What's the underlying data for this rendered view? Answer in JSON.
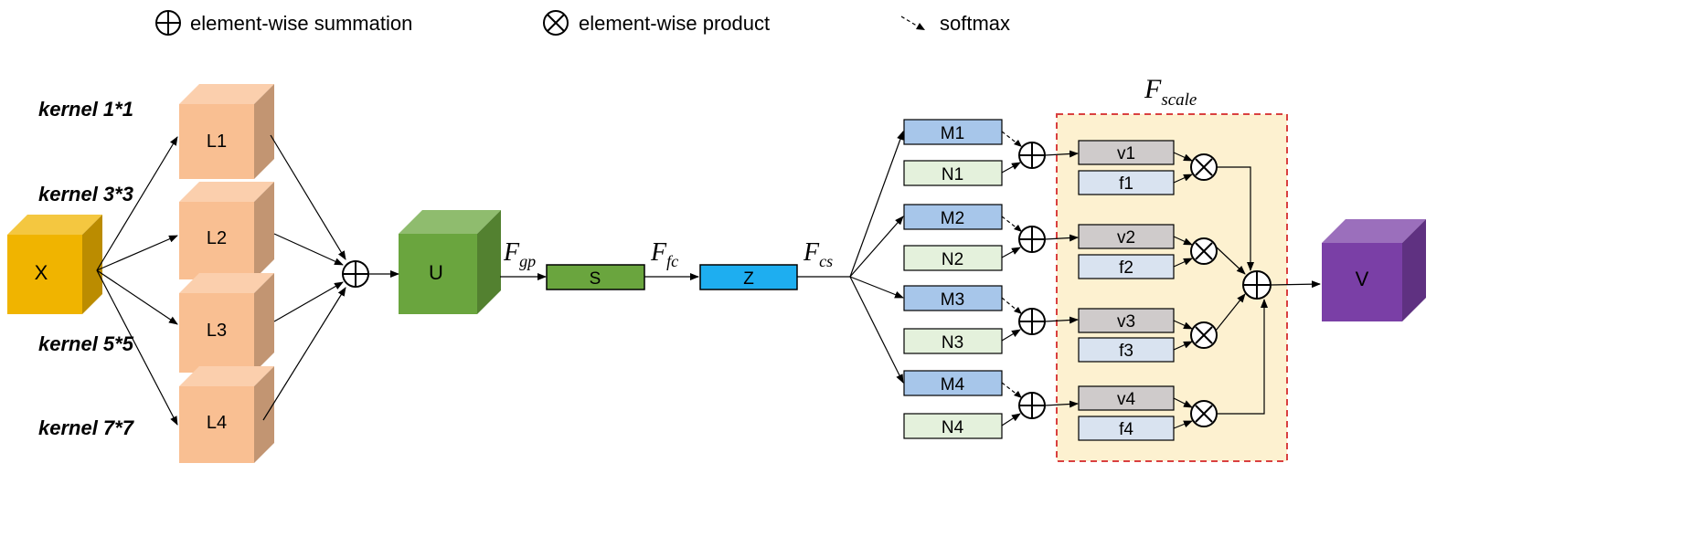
{
  "legend": {
    "sum_label": "element-wise summation",
    "product_label": "element-wise product",
    "softmax_label": "softmax"
  },
  "kernels": [
    "kernel 1*1",
    "kernel 3*3",
    "kernel 5*5",
    "kernel 7*7"
  ],
  "input": "X",
  "branches": [
    "L1",
    "L2",
    "L3",
    "L4"
  ],
  "fused": "U",
  "squeeze": "S",
  "excite": "Z",
  "m_nodes": [
    "M1",
    "M2",
    "M3",
    "M4"
  ],
  "n_nodes": [
    "N1",
    "N2",
    "N3",
    "N4"
  ],
  "v_nodes": [
    "v1",
    "v2",
    "v3",
    "v4"
  ],
  "f_nodes": [
    "f1",
    "f2",
    "f3",
    "f4"
  ],
  "output": "V",
  "ops": {
    "gp_base": "F",
    "gp_sub": "gp",
    "fc_base": "F",
    "fc_sub": "fc",
    "cs_base": "F",
    "cs_sub": "cs",
    "scale_base": "F",
    "scale_sub": "scale"
  },
  "colors": {
    "x_cube": "#f0b400",
    "l_cube": "#f9bf92",
    "u_cube": "#6aa53e",
    "v_cube": "#7a3fa6",
    "s_bar": "#6aa53e",
    "z_bar": "#1eaef0",
    "m_box": "#a7c6ea",
    "n_box": "#e4f1dc",
    "v_box": "#cfcbcb",
    "f_box": "#d9e3f0",
    "scale_bg": "#fdf1d0",
    "scale_border": "#d94040"
  }
}
